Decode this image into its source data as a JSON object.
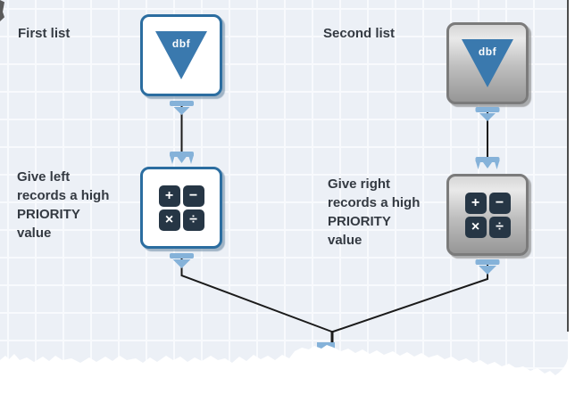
{
  "app": {
    "view": "workflow-canvas"
  },
  "annotations": {
    "first_list": "First list",
    "second_list": "Second list",
    "give_left": "Give left\nrecords a high\nPRIORITY\nvalue",
    "give_right": "Give right\nrecords a high\nPRIORITY\nvalue"
  },
  "nodes": {
    "input_first": {
      "tool": "dbf-input",
      "icon_label": "dbf",
      "state": "active"
    },
    "input_second": {
      "tool": "dbf-input",
      "icon_label": "dbf",
      "state": "grayed"
    },
    "formula_left": {
      "tool": "formula",
      "state": "active"
    },
    "formula_right": {
      "tool": "formula",
      "state": "grayed"
    }
  },
  "formula_operators": {
    "plus": "+",
    "minus": "−",
    "multiply": "×",
    "divide": "÷"
  },
  "colors": {
    "canvas_bg": "#ecf0f6",
    "node_active_border": "#2b6da0",
    "node_gray_border": "#7b7b7b",
    "dbf_triangle_blue": "#3a79ae",
    "operator_tile_navy": "#263645",
    "anchor_blue": "#85b2d9",
    "connector_black": "#1b1b1b"
  }
}
